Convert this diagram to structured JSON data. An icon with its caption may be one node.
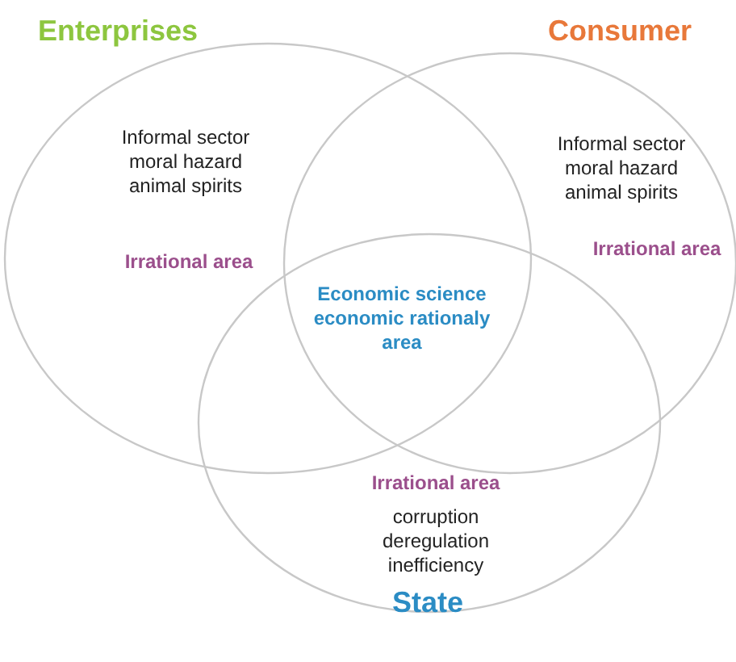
{
  "diagram": {
    "nodes": [
      {
        "text": [
          "Enterprises",
          "Informal sector moral hazard animal spirits",
          "Irrational area"
        ]
      },
      {
        "text": [
          "Consumer",
          "Informal sector moral hazard animal spirits",
          "Irrational area"
        ]
      },
      {
        "text": [
          "Irrational area",
          "corruption deregulation inefficiency",
          "State"
        ]
      }
    ],
    "edges": [],
    "labels": [
      "Economic science economic rationaly area"
    ]
  }
}
